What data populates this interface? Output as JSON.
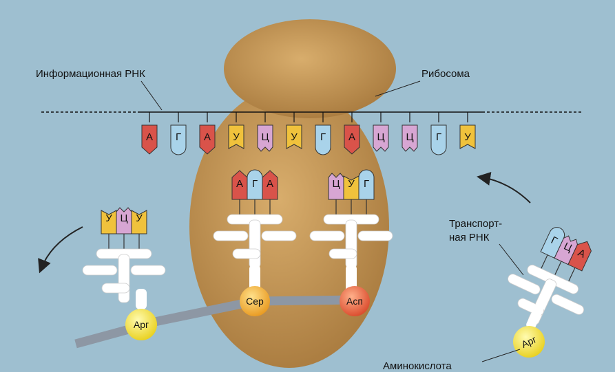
{
  "labels": {
    "mrna": "Информационная РНК",
    "ribosome": "Рибосома",
    "trna_line1": "Транспорт-",
    "trna_line2": "ная РНК",
    "amino_acid": "Аминокислота"
  },
  "mrna_codons": [
    "А",
    "Г",
    "А",
    "У",
    "Ц",
    "У",
    "Г",
    "А",
    "Ц",
    "Ц",
    "Г",
    "У"
  ],
  "trna_left_anticodon": [
    "А",
    "Г",
    "А"
  ],
  "trna_right_anticodon": [
    "Ц",
    "У",
    "Г"
  ],
  "trna_exiting_anticodon": [
    "У",
    "Ц",
    "У"
  ],
  "trna_incoming_anticodon": [
    "Г",
    "Ц",
    "А"
  ],
  "amino_acids": {
    "left": "Сер",
    "right": "Асп",
    "exiting": "Арг",
    "incoming": "Арг"
  },
  "colors": {
    "А": "#d9534a",
    "Г": "#a9d3ea",
    "У": "#f0c23c",
    "Ц": "#d7a6d3",
    "ribosome": "#c79a5a",
    "chain": "#8d97a4",
    "ser": "#f5b342",
    "asp": "#e86a43",
    "arg": "#f4e23a"
  }
}
